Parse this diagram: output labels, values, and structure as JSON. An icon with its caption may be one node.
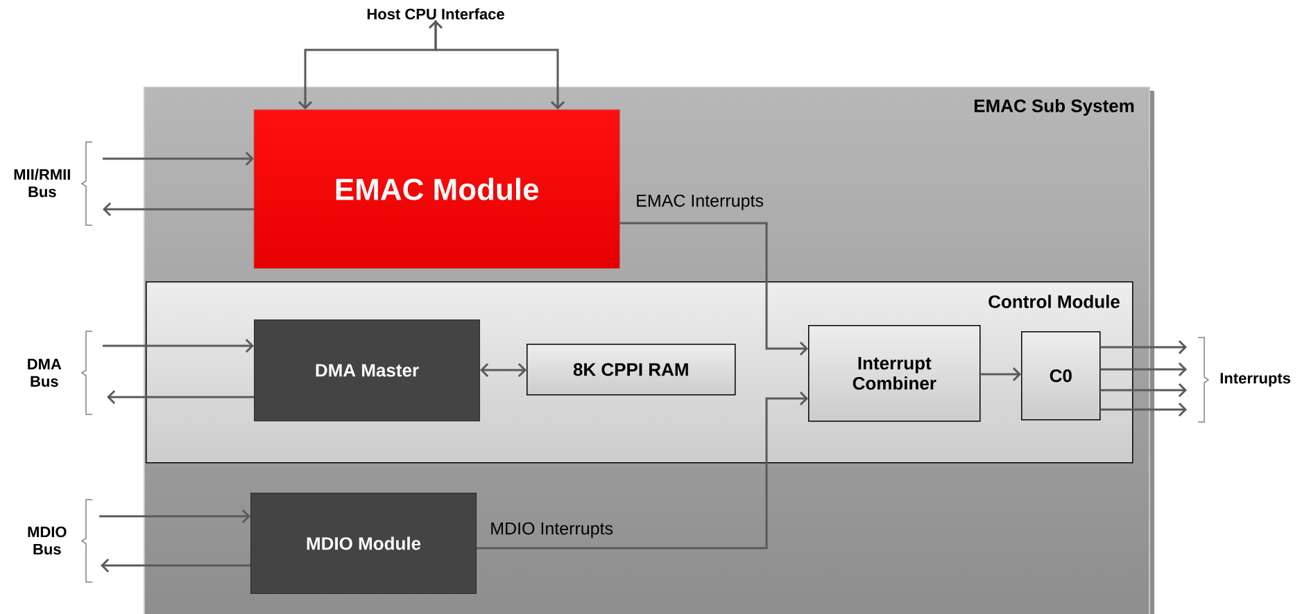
{
  "diagram": {
    "nodes": [
      {
        "text": [
          "EMAC Sub System"
        ]
      },
      {
        "text": [
          "EMAC Module"
        ],
        "in": 0
      },
      {
        "text": [
          "Control Module"
        ],
        "in": 0
      },
      {
        "text": [
          "DMA Master"
        ],
        "in": 2
      },
      {
        "text": [
          "8K CPPI RAM"
        ],
        "in": 2
      },
      {
        "text": [
          "Interrupt Combiner"
        ],
        "in": 2
      },
      {
        "text": [
          "C0"
        ],
        "in": 2
      },
      {
        "text": [
          "MDIO Module"
        ],
        "in": 0
      },
      {
        "text": [
          "Host CPU Interface"
        ]
      },
      {
        "text": [
          "MII/RMII Bus"
        ]
      },
      {
        "text": [
          "DMA Bus"
        ]
      },
      {
        "text": [
          "MDIO Bus"
        ]
      },
      {
        "text": [
          "Interrupts"
        ]
      }
    ],
    "edges": [
      {
        "from": 1,
        "to": 8,
        "arrow": "both"
      },
      {
        "from": 8,
        "to": 1,
        "arrow": "to"
      },
      {
        "from": 9,
        "to": 1,
        "arrow": "to"
      },
      {
        "from": 1,
        "to": 9,
        "arrow": "to"
      },
      {
        "from": 10,
        "to": 3,
        "arrow": "to"
      },
      {
        "from": 3,
        "to": 10,
        "arrow": "to"
      },
      {
        "from": 3,
        "to": 4,
        "arrow": "both"
      },
      {
        "from": 11,
        "to": 7,
        "arrow": "to"
      },
      {
        "from": 7,
        "to": 11,
        "arrow": "to"
      },
      {
        "from": 1,
        "to": 5,
        "arrow": "to",
        "label": "EMAC Interrupts"
      },
      {
        "from": 7,
        "to": 5,
        "arrow": "to",
        "label": "MDIO Interrupts"
      },
      {
        "from": 5,
        "to": 6,
        "arrow": "to"
      },
      {
        "from": 6,
        "to": 12,
        "arrow": "to"
      },
      {
        "from": 6,
        "to": 12,
        "arrow": "to"
      },
      {
        "from": 6,
        "to": 12,
        "arrow": "to"
      },
      {
        "from": 6,
        "to": 12,
        "arrow": "to"
      }
    ]
  }
}
